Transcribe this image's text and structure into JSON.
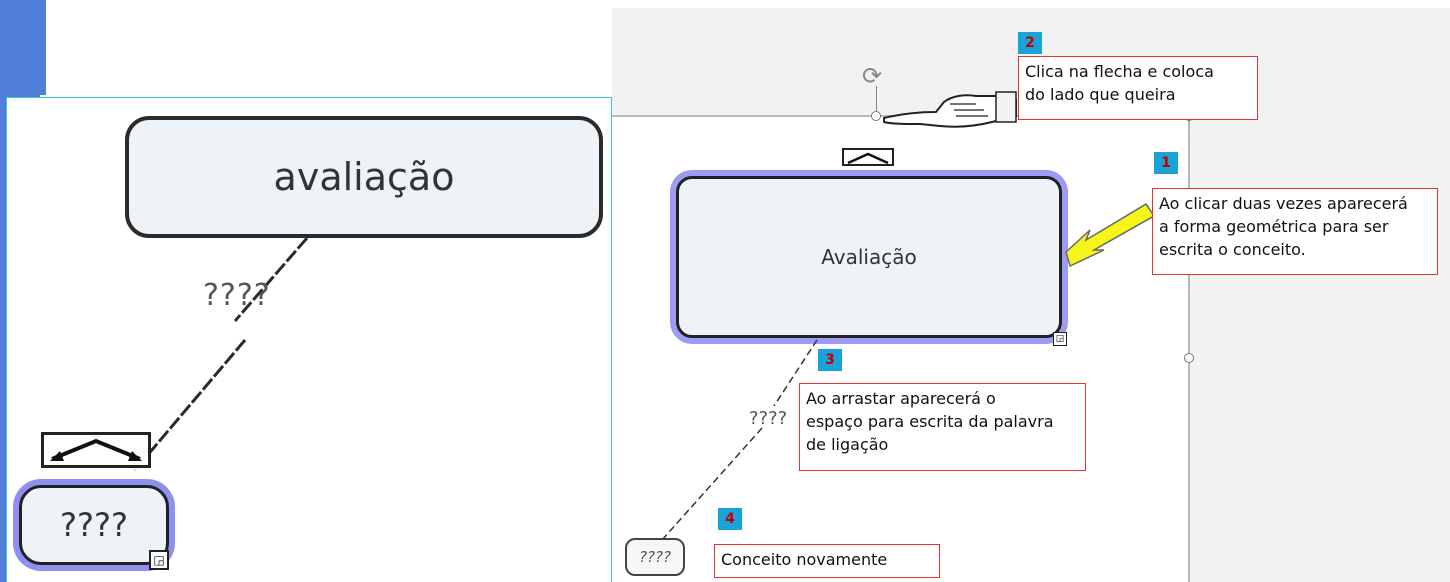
{
  "left": {
    "concept_main": "avaliação",
    "link_word": "????",
    "concept_new": "????"
  },
  "right": {
    "concept_main": "Avaliação",
    "link_word": "????",
    "concept_new": "????"
  },
  "callouts": [
    {
      "number": "1",
      "text_lines": [
        "Ao clicar duas vezes aparecerá",
        "a forma geométrica para ser",
        "escrita o conceito."
      ]
    },
    {
      "number": "2",
      "text_lines": [
        "Clica na flecha e coloca",
        "do lado que queira"
      ]
    },
    {
      "number": "3",
      "text_lines": [
        "Ao arrastar aparecerá o",
        "espaço para escrita da palavra",
        "de ligação"
      ]
    },
    {
      "number": "4",
      "text_lines": [
        "Conceito novamente"
      ]
    }
  ],
  "icons": {
    "rotate": "rotate-icon",
    "pointing_hand": "pointing-hand-icon",
    "yellow_arrow": "yellow-arrow-icon",
    "resize": "resize-icon",
    "expand_arrows": "expand-arrows-icon"
  },
  "colors": {
    "accent_blue": "#4f7fd9",
    "badge_blue": "#1aa3d9",
    "badge_text_red": "#c00000",
    "callout_border": "#dd3333",
    "selection_glow": "#9c9cf4",
    "arrow_yellow": "#f5f51a"
  }
}
